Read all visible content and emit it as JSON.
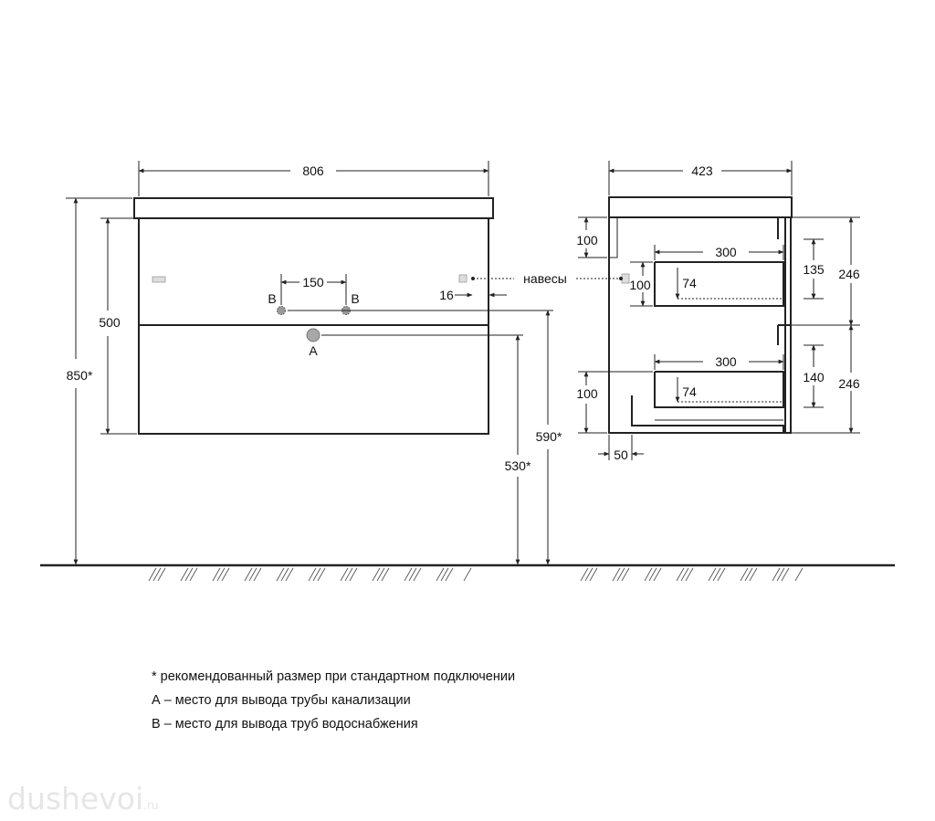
{
  "dimensions": {
    "front_width": "806",
    "total_height": "850*",
    "body_height": "500",
    "pipe_spacing": "150",
    "label_b_left": "B",
    "label_b_right": "B",
    "label_a": "A",
    "hinge_offset": "16",
    "hinges_label": "навесы",
    "height_590": "590*",
    "height_530": "530*",
    "side_depth": "423",
    "top_offset_upper": "100",
    "hinge_side_100": "100",
    "drawer_upper_width": "300",
    "drawer_upper_inner": "74",
    "drawer_upper_height": "135",
    "drawer_upper_front": "246",
    "drawer_lower_width": "300",
    "drawer_lower_inner": "74",
    "drawer_lower_height": "140",
    "drawer_lower_front": "246",
    "lower_offset_100": "100",
    "back_gap": "50"
  },
  "notes": {
    "line1": "* рекомендованный размер при стандартном подключении",
    "line2": "А – место для вывода трубы канализации",
    "line3": "В – место для вывода труб водоснабжения"
  },
  "watermark": {
    "text": "dushevoi",
    "suffix": ".ru"
  },
  "colors": {
    "line": "#222222",
    "pipe": "#9a9a9a"
  }
}
